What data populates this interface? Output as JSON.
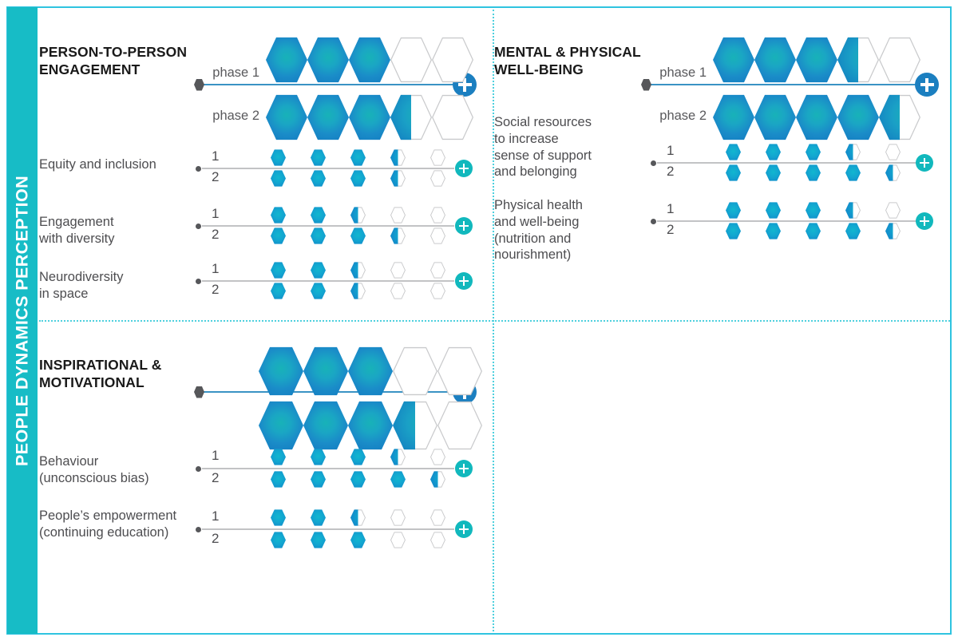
{
  "sidebar": {
    "label": "PEOPLE DYNAMICS PERCEPTION"
  },
  "colors": {
    "sidebar_teal": "#17bcc6",
    "frame_cyan": "#2fc4e0",
    "divider_cyan": "#4ed0de",
    "hex_blue": "#1279c0",
    "hex_teal": "#18b2b8",
    "plus_big_blue": "#1b7fc0",
    "plus_small_teal": "#11b8bd",
    "axis_main": "#3a93c4",
    "axis_sub": "#c2c3c5",
    "hex_empty_outline": "#c9cacc",
    "start_dot": "#56575a",
    "title_text": "#1a1a1a",
    "body_text": "#4d4d50"
  },
  "legend": {
    "phase_1": "phase 1",
    "phase_2": "phase 2",
    "row_1": "1",
    "row_2": "2",
    "plus_icon": "plus-icon",
    "scale_steps": 5
  },
  "chart_data": {
    "type": "bar",
    "title": "PEOPLE DYNAMICS PERCEPTION",
    "description": "Hexagon rating scale, 5 steps per row. Values expressed in filled hexagons (0.5 = half-filled).",
    "xlabel": "",
    "ylabel": "",
    "xlim": [
      0,
      5
    ],
    "grid": false,
    "legend_position": "inline-left",
    "categories": [
      "1",
      "2",
      "3",
      "4",
      "5"
    ],
    "panels": [
      {
        "id": "person-to-person-engagement",
        "title": "PERSON-TO-PERSON\nENGAGEMENT",
        "position": "top-left",
        "main": {
          "series": [
            {
              "name": "phase 1",
              "value": 3.0,
              "hexes": [
                "full",
                "full",
                "full",
                "empty",
                "empty"
              ]
            },
            {
              "name": "phase 2",
              "value": 3.5,
              "hexes": [
                "full",
                "full",
                "full",
                "half",
                "empty"
              ]
            }
          ]
        },
        "indicators": [
          {
            "label": "Equity and inclusion",
            "rows": [
              {
                "name": "1",
                "value": 3.5,
                "hexes": [
                  "full",
                  "full",
                  "full",
                  "half",
                  "empty"
                ]
              },
              {
                "name": "2",
                "value": 3.5,
                "hexes": [
                  "full",
                  "full",
                  "full",
                  "half",
                  "empty"
                ]
              }
            ]
          },
          {
            "label": "Engagement\nwith diversity",
            "rows": [
              {
                "name": "1",
                "value": 2.5,
                "hexes": [
                  "full",
                  "full",
                  "half",
                  "empty",
                  "empty"
                ]
              },
              {
                "name": "2",
                "value": 3.5,
                "hexes": [
                  "full",
                  "full",
                  "full",
                  "half",
                  "empty"
                ]
              }
            ]
          },
          {
            "label": "Neurodiversity\nin space",
            "rows": [
              {
                "name": "1",
                "value": 2.5,
                "hexes": [
                  "full",
                  "full",
                  "half",
                  "empty",
                  "empty"
                ]
              },
              {
                "name": "2",
                "value": 2.5,
                "hexes": [
                  "full",
                  "full",
                  "half",
                  "empty",
                  "empty"
                ]
              }
            ]
          }
        ]
      },
      {
        "id": "mental-and-physical-well-being",
        "title": "MENTAL & PHYSICAL\nWELL-BEING",
        "position": "top-right",
        "main": {
          "series": [
            {
              "name": "phase 1",
              "value": 3.5,
              "hexes": [
                "full",
                "full",
                "full",
                "half",
                "empty"
              ]
            },
            {
              "name": "phase 2",
              "value": 4.5,
              "hexes": [
                "full",
                "full",
                "full",
                "full",
                "half"
              ]
            }
          ]
        },
        "indicators": [
          {
            "label": "Social resources\nto increase\nsense of support\nand belonging",
            "rows": [
              {
                "name": "1",
                "value": 3.5,
                "hexes": [
                  "full",
                  "full",
                  "full",
                  "half",
                  "empty"
                ]
              },
              {
                "name": "2",
                "value": 4.5,
                "hexes": [
                  "full",
                  "full",
                  "full",
                  "full",
                  "half"
                ]
              }
            ]
          },
          {
            "label": "Physical health\nand well-being\n(nutrition and\nnourishment)",
            "rows": [
              {
                "name": "1",
                "value": 3.5,
                "hexes": [
                  "full",
                  "full",
                  "full",
                  "half",
                  "empty"
                ]
              },
              {
                "name": "2",
                "value": 4.5,
                "hexes": [
                  "full",
                  "full",
                  "full",
                  "full",
                  "half"
                ]
              }
            ]
          }
        ]
      },
      {
        "id": "inspirational-and-motivational",
        "title": "INSPIRATIONAL &\nMOTIVATIONAL",
        "position": "bottom-left",
        "main": {
          "series": [
            {
              "name": "",
              "value": 3.0,
              "hexes": [
                "full",
                "full",
                "full",
                "empty",
                "empty"
              ]
            },
            {
              "name": "",
              "value": 3.5,
              "hexes": [
                "full",
                "full",
                "full",
                "half",
                "empty"
              ]
            }
          ]
        },
        "indicators": [
          {
            "label": "Behaviour\n(unconscious bias)",
            "rows": [
              {
                "name": "1",
                "value": 3.5,
                "hexes": [
                  "full",
                  "full",
                  "full",
                  "half",
                  "empty"
                ]
              },
              {
                "name": "2",
                "value": 4.5,
                "hexes": [
                  "full",
                  "full",
                  "full",
                  "full",
                  "half"
                ]
              }
            ]
          },
          {
            "label": "People’s empowerment\n(continuing education)",
            "rows": [
              {
                "name": "1",
                "value": 2.5,
                "hexes": [
                  "full",
                  "full",
                  "half",
                  "empty",
                  "empty"
                ]
              },
              {
                "name": "2",
                "value": 3.0,
                "hexes": [
                  "full",
                  "full",
                  "full",
                  "empty",
                  "empty"
                ]
              }
            ]
          }
        ]
      }
    ]
  }
}
